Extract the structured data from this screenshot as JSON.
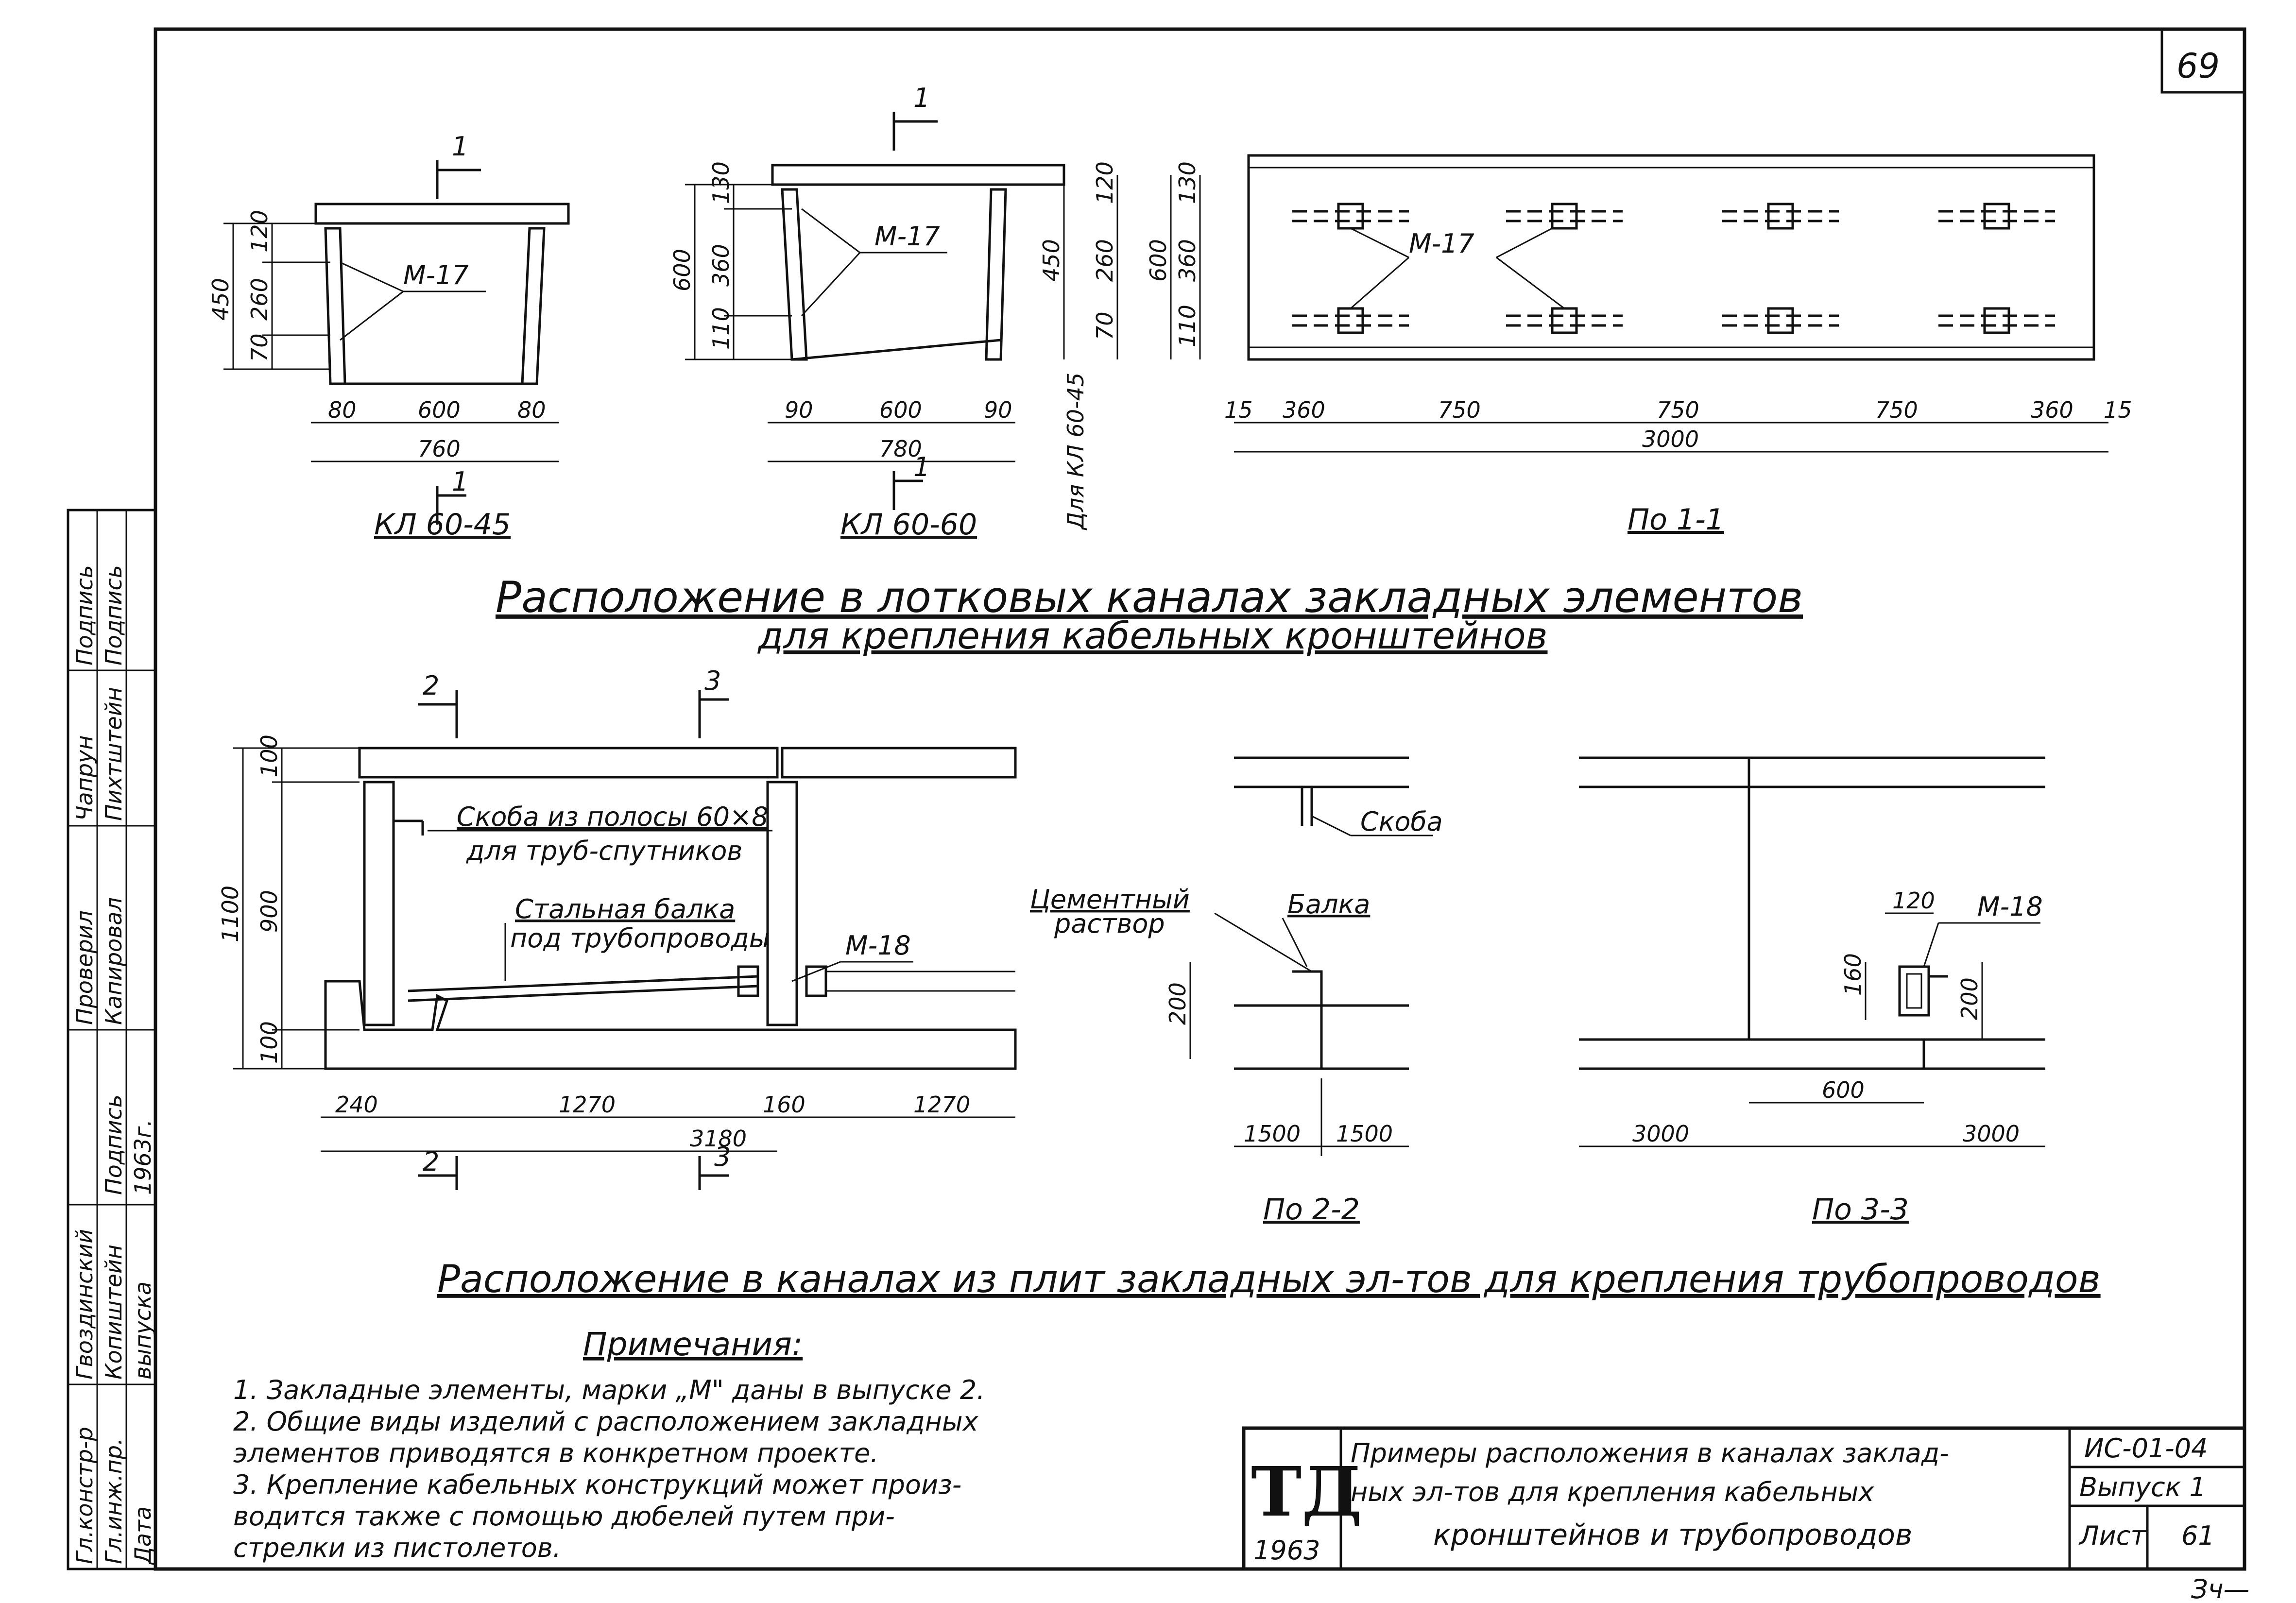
{
  "sheet_number": "69",
  "top_drawings": {
    "kl60_45": {
      "caption": "КЛ 60-45",
      "label_m17": "М-17",
      "section_marker": "1",
      "dims": {
        "d450": "450",
        "d120": "120",
        "d260": "260",
        "d70": "70",
        "d80a": "80",
        "d600": "600",
        "d80b": "80",
        "d760": "760"
      }
    },
    "kl60_60": {
      "caption": "КЛ 60-60",
      "label_m17": "М-17",
      "section_marker": "1",
      "dims": {
        "d600v": "600",
        "d130": "130",
        "d360": "360",
        "d110": "110",
        "d90a": "90",
        "d600": "600",
        "d90b": "90",
        "d780": "780"
      }
    },
    "section_1_1": {
      "caption": "По 1-1",
      "label_m17": "М-17",
      "for_label": "Для КЛ 60-45",
      "dims": {
        "d450": "450",
        "d120": "120",
        "d260": "260",
        "d70": "70",
        "d600": "600",
        "d130": "130",
        "d360": "360",
        "d110": "110",
        "d15a": "15",
        "d360a": "360",
        "d750a": "750",
        "d750b": "750",
        "d750c": "750",
        "d360b": "360",
        "d15b": "15",
        "d3000": "3000"
      }
    },
    "title_line1": "Расположение в лотковых каналах закладных элементов",
    "title_line2": "для крепления кабельных кронштейнов"
  },
  "bottom_drawings": {
    "main": {
      "marker2": "2",
      "marker3": "3",
      "label_skoba": "Скоба из полосы 60×8",
      "label_skoba2": "для труб-спутников",
      "label_balka": "Стальная балка",
      "label_balka2": "под трубопроводы",
      "label_m18": "М-18",
      "dims": {
        "d1100": "1100",
        "d100a": "100",
        "d900": "900",
        "d100b": "100",
        "d240": "240",
        "d1270a": "1270",
        "d160": "160",
        "d1270b": "1270",
        "d3180": "3180"
      }
    },
    "section_2_2": {
      "caption": "По 2-2",
      "label_skoba": "Скоба",
      "label_cement": "Цементный",
      "label_cement2": "раствор",
      "label_balka": "Балка",
      "dims": {
        "d200": "200",
        "d1500a": "1500",
        "d1500b": "1500"
      }
    },
    "section_3_3": {
      "caption": "По 3-3",
      "label_m18": "М-18",
      "dims": {
        "d120": "120",
        "d160": "160",
        "d200": "200",
        "d600": "600",
        "d3000a": "3000",
        "d3000b": "3000"
      }
    },
    "title": "Расположение в каналах из плит закладных эл-тов для крепления трубопроводов"
  },
  "notes": {
    "heading": "Примечания:",
    "items": [
      "1. Закладные элементы, марки „М\" даны в выпуске 2.",
      "2. Общие виды изделий с расположением закладных",
      "    элементов приводятся в конкретном проекте.",
      "3. Крепление кабельных конструкций может произ-",
      "    водится также с помощью дюбелей путем при-",
      "    стрелки из пистолетов."
    ]
  },
  "title_block": {
    "logo": "ТД",
    "year": "1963",
    "desc_line1": "Примеры расположения в каналах заклад-",
    "desc_line2": "ных эл-тов для крепления кабельных",
    "desc_line3": "кронштейнов и трубопроводов",
    "code": "ИС-01-04",
    "issue": "Выпуск 1",
    "sheet_label": "Лист",
    "sheet_no": "61"
  },
  "side_stamp": {
    "col1": [
      "Гл.констр-р",
      "Гл.инж.пр.",
      "Дата"
    ],
    "col1_names": [
      "Гвоздинский",
      "Копиштейн",
      "выпуска"
    ],
    "col2": [
      "Подпись",
      "Проверил",
      "Капировал"
    ],
    "col2_names": [
      "Чапрун",
      "Пихтштейн",
      "1963г."
    ],
    "col3": [
      "Подпись",
      "Подпись"
    ]
  },
  "footer_mark": "Зч—"
}
